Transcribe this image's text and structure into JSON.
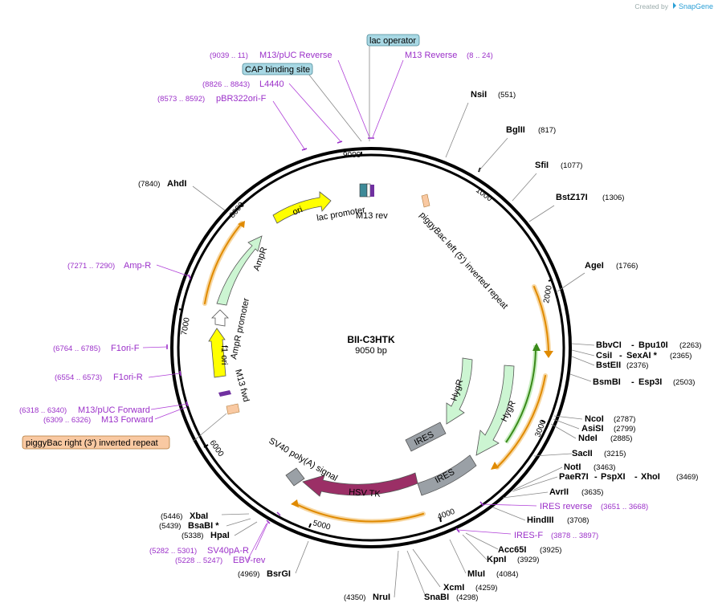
{
  "credit": {
    "prefix": "Created by",
    "brand": "SnapGene"
  },
  "plasmid": {
    "name": "BII-C3HTK",
    "size": "9050 bp"
  },
  "ticks": [
    "1000",
    "2000",
    "3000",
    "4000",
    "5000",
    "6000",
    "7000",
    "8000",
    "9000"
  ],
  "boxed_labels": [
    {
      "text": "lac operator",
      "color": "#a8d8e4"
    },
    {
      "text": "CAP binding site",
      "color": "#a8d8e4"
    },
    {
      "text": "piggyBac right (3') inverted repeat",
      "color": "#f9c9a2"
    }
  ],
  "enzymes": [
    {
      "name": "NsiI",
      "pos": "(551)"
    },
    {
      "name": "BglII",
      "pos": "(817)"
    },
    {
      "name": "SfiI",
      "pos": "(1077)"
    },
    {
      "name": "BstZ17I",
      "pos": "(1306)"
    },
    {
      "name": "AgeI",
      "pos": "(1766)"
    },
    {
      "name": "BbvCI",
      "name2": "Bpu10I",
      "pos": "(2263)"
    },
    {
      "name": "CsiI",
      "name2": "SexAI *",
      "pos": "(2365)"
    },
    {
      "name": "BstEII",
      "pos": "(2376)"
    },
    {
      "name": "BsmBI",
      "name2": "Esp3I",
      "pos": "(2503)"
    },
    {
      "name": "NcoI",
      "pos": "(2787)"
    },
    {
      "name": "AsiSI",
      "pos": "(2799)"
    },
    {
      "name": "NdeI",
      "pos": "(2885)"
    },
    {
      "name": "SacII",
      "pos": "(3215)"
    },
    {
      "name": "NotI",
      "pos": "(3463)"
    },
    {
      "name": "PaeR7I",
      "name2": "PspXI",
      "name3": "XhoI",
      "pos": "(3469)"
    },
    {
      "name": "AvrII",
      "pos": "(3635)"
    },
    {
      "name": "HindIII",
      "pos": "(3708)"
    },
    {
      "name": "Acc65I",
      "pos": "(3925)"
    },
    {
      "name": "KpnI",
      "pos": "(3929)"
    },
    {
      "name": "MluI",
      "pos": "(4084)"
    },
    {
      "name": "XcmI",
      "pos": "(4259)"
    },
    {
      "name": "SnaBI",
      "pos": "(4298)"
    },
    {
      "name": "NruI",
      "pos": "(4350)"
    },
    {
      "name": "BsrGI",
      "pos": "(4969)"
    },
    {
      "name": "HpaI",
      "pos": "(5338)"
    },
    {
      "name": "BsaBI *",
      "pos": "(5439)"
    },
    {
      "name": "XbaI",
      "pos": "(5446)"
    },
    {
      "name": "AhdI",
      "pos": "(7840)"
    }
  ],
  "primers": [
    {
      "name": "M13/pUC Reverse",
      "range": "(9039 .. 11)"
    },
    {
      "name": "M13 Reverse",
      "range": "(8 .. 24)"
    },
    {
      "name": "L4440",
      "range": "(8826 .. 8843)"
    },
    {
      "name": "pBR322ori-F",
      "range": "(8573 .. 8592)"
    },
    {
      "name": "Amp-R",
      "range": "(7271 .. 7290)"
    },
    {
      "name": "F1ori-F",
      "range": "(6764 .. 6785)"
    },
    {
      "name": "F1ori-R",
      "range": "(6554 .. 6573)"
    },
    {
      "name": "M13/pUC Forward",
      "range": "(6318 .. 6340)"
    },
    {
      "name": "M13 Forward",
      "range": "(6309 .. 6326)"
    },
    {
      "name": "IRES reverse",
      "range": "(3651 .. 3668)"
    },
    {
      "name": "IRES-F",
      "range": "(3878 .. 3897)"
    },
    {
      "name": "SV40pA-R",
      "range": "(5282 .. 5301)"
    },
    {
      "name": "EBV-rev",
      "range": "(5228 .. 5247)"
    }
  ],
  "features": [
    {
      "name": "ori",
      "color": "#ffff00"
    },
    {
      "name": "AmpR",
      "color": "#ccf5d2"
    },
    {
      "name": "AmpR promoter",
      "color": "#ffffff"
    },
    {
      "name": "f1 ori",
      "color": "#ffff00"
    },
    {
      "name": "lac promoter",
      "color": "#ffffff"
    },
    {
      "name": "M13 rev",
      "color": "#7030a0"
    },
    {
      "name": "M13 fwd",
      "color": "#7030a0"
    },
    {
      "name": "piggyBac left (5') inverted repeat",
      "color": "#f9c9a2"
    },
    {
      "name": "HygR",
      "color": "#ccf5d2"
    },
    {
      "name": "IRES",
      "color": "#9aa0a6"
    },
    {
      "name": "HSV TK",
      "color": "#9b2f66"
    },
    {
      "name": "SV40 poly(A) signal",
      "color": "#9aa0a6"
    }
  ]
}
